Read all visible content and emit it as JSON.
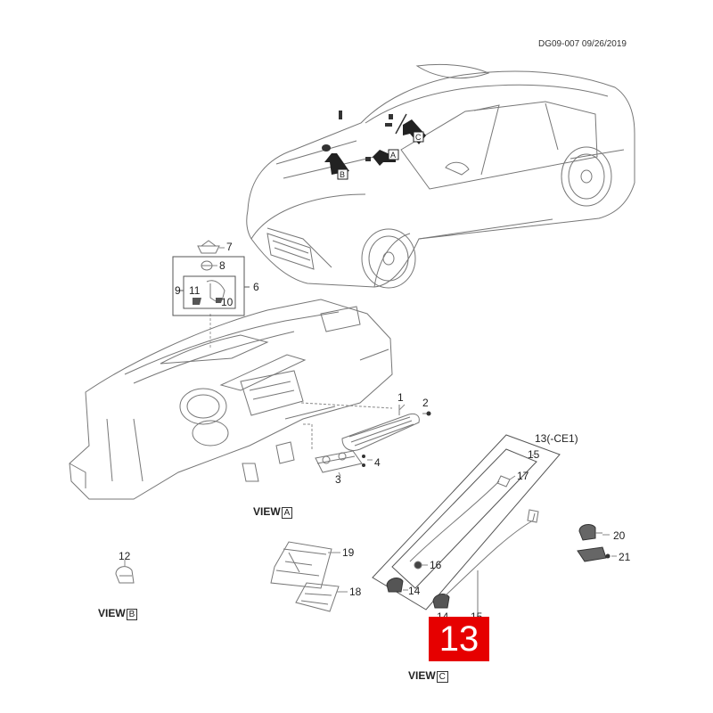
{
  "header": {
    "doc_id": "DG09-007 09/26/2019"
  },
  "arrows": {
    "a": "A",
    "b": "B",
    "c": "C"
  },
  "callouts": {
    "c1": "1",
    "c2": "2",
    "c3": "3",
    "c4": "4",
    "c6": "6",
    "c7": "7",
    "c8": "8",
    "c9": "9",
    "c10": "10",
    "c11": "11",
    "c12": "12",
    "c13_ce1": "13(-CE1)",
    "c14a": "14",
    "c14b": "14",
    "c15a": "15",
    "c15b": "15",
    "c16": "16",
    "c17": "17",
    "c18": "18",
    "c19": "19",
    "c20": "20",
    "c21": "21"
  },
  "views": {
    "a": {
      "text": "VIEW",
      "letter": "A"
    },
    "b": {
      "text": "VIEW",
      "letter": "B"
    },
    "c": {
      "text": "VIEW",
      "letter": "C"
    }
  },
  "badge": {
    "number": "13",
    "color": "#e60000"
  }
}
